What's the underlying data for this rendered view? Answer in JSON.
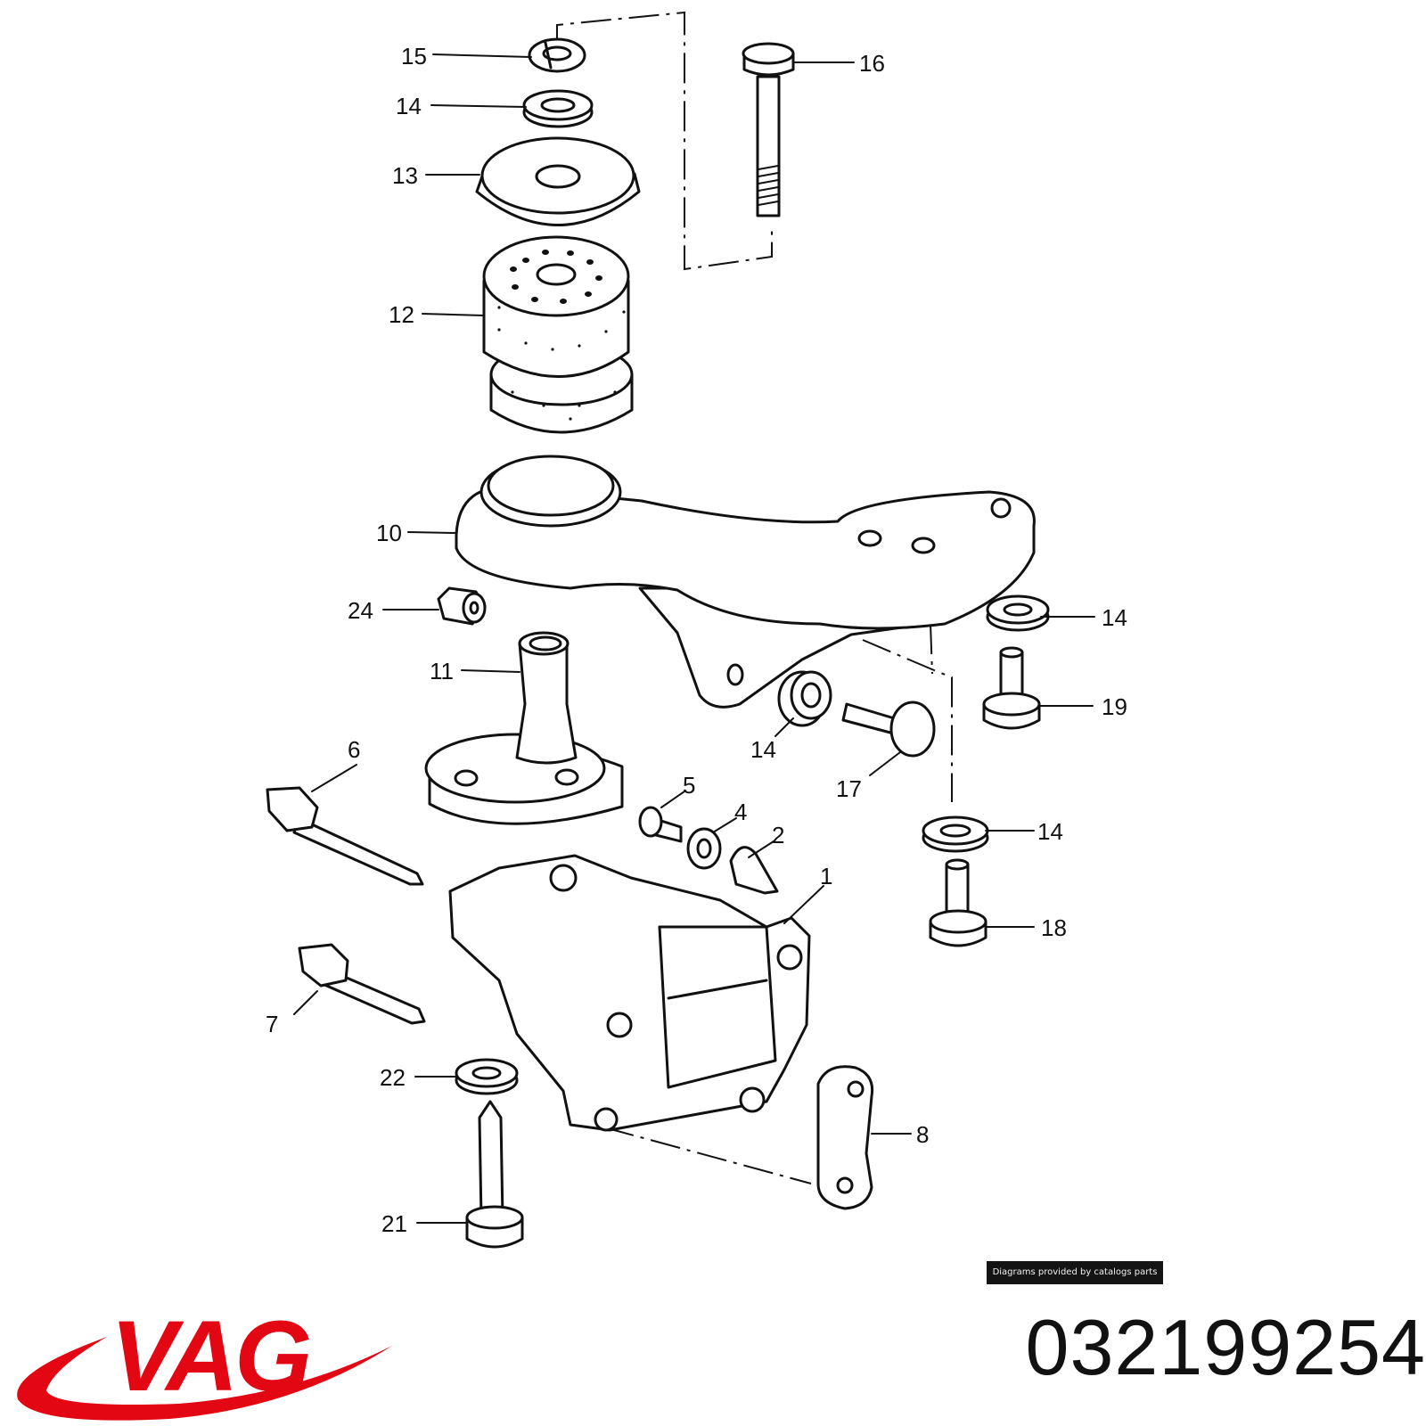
{
  "diagram": {
    "callouts": [
      {
        "id": "c15",
        "text": "15"
      },
      {
        "id": "c14a",
        "text": "14"
      },
      {
        "id": "c13",
        "text": "13"
      },
      {
        "id": "c16",
        "text": "16"
      },
      {
        "id": "c12",
        "text": "12"
      },
      {
        "id": "c10",
        "text": "10"
      },
      {
        "id": "c24",
        "text": "24"
      },
      {
        "id": "c11",
        "text": "11"
      },
      {
        "id": "c14b",
        "text": "14"
      },
      {
        "id": "c19",
        "text": "19"
      },
      {
        "id": "c14c",
        "text": "14"
      },
      {
        "id": "c17",
        "text": "17"
      },
      {
        "id": "c6",
        "text": "6"
      },
      {
        "id": "c5",
        "text": "5"
      },
      {
        "id": "c4",
        "text": "4"
      },
      {
        "id": "c2",
        "text": "2"
      },
      {
        "id": "c1",
        "text": "1"
      },
      {
        "id": "c14d",
        "text": "14"
      },
      {
        "id": "c18",
        "text": "18"
      },
      {
        "id": "c7",
        "text": "7"
      },
      {
        "id": "c22",
        "text": "22"
      },
      {
        "id": "c8",
        "text": "8"
      },
      {
        "id": "c21",
        "text": "21"
      }
    ]
  },
  "credit": "Diagrams provided by catalogs parts",
  "brand": {
    "logo_text": "VAG",
    "color": "#e30613"
  },
  "part_number": "032199254"
}
